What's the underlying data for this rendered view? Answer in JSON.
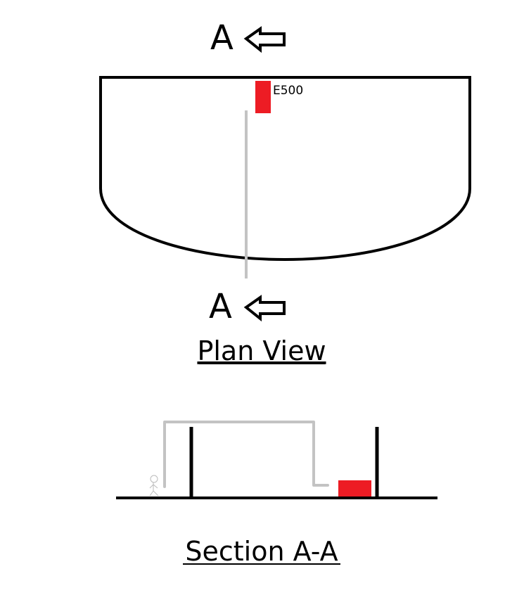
{
  "plan": {
    "section_marker_top": "A",
    "section_marker_bottom": "A",
    "equipment_label": "E500",
    "title": "Plan View"
  },
  "section": {
    "title": "Section A-A"
  },
  "colors": {
    "outline": "#000000",
    "equipment": "#ed1c24",
    "section_line": "#c3c3c3"
  }
}
